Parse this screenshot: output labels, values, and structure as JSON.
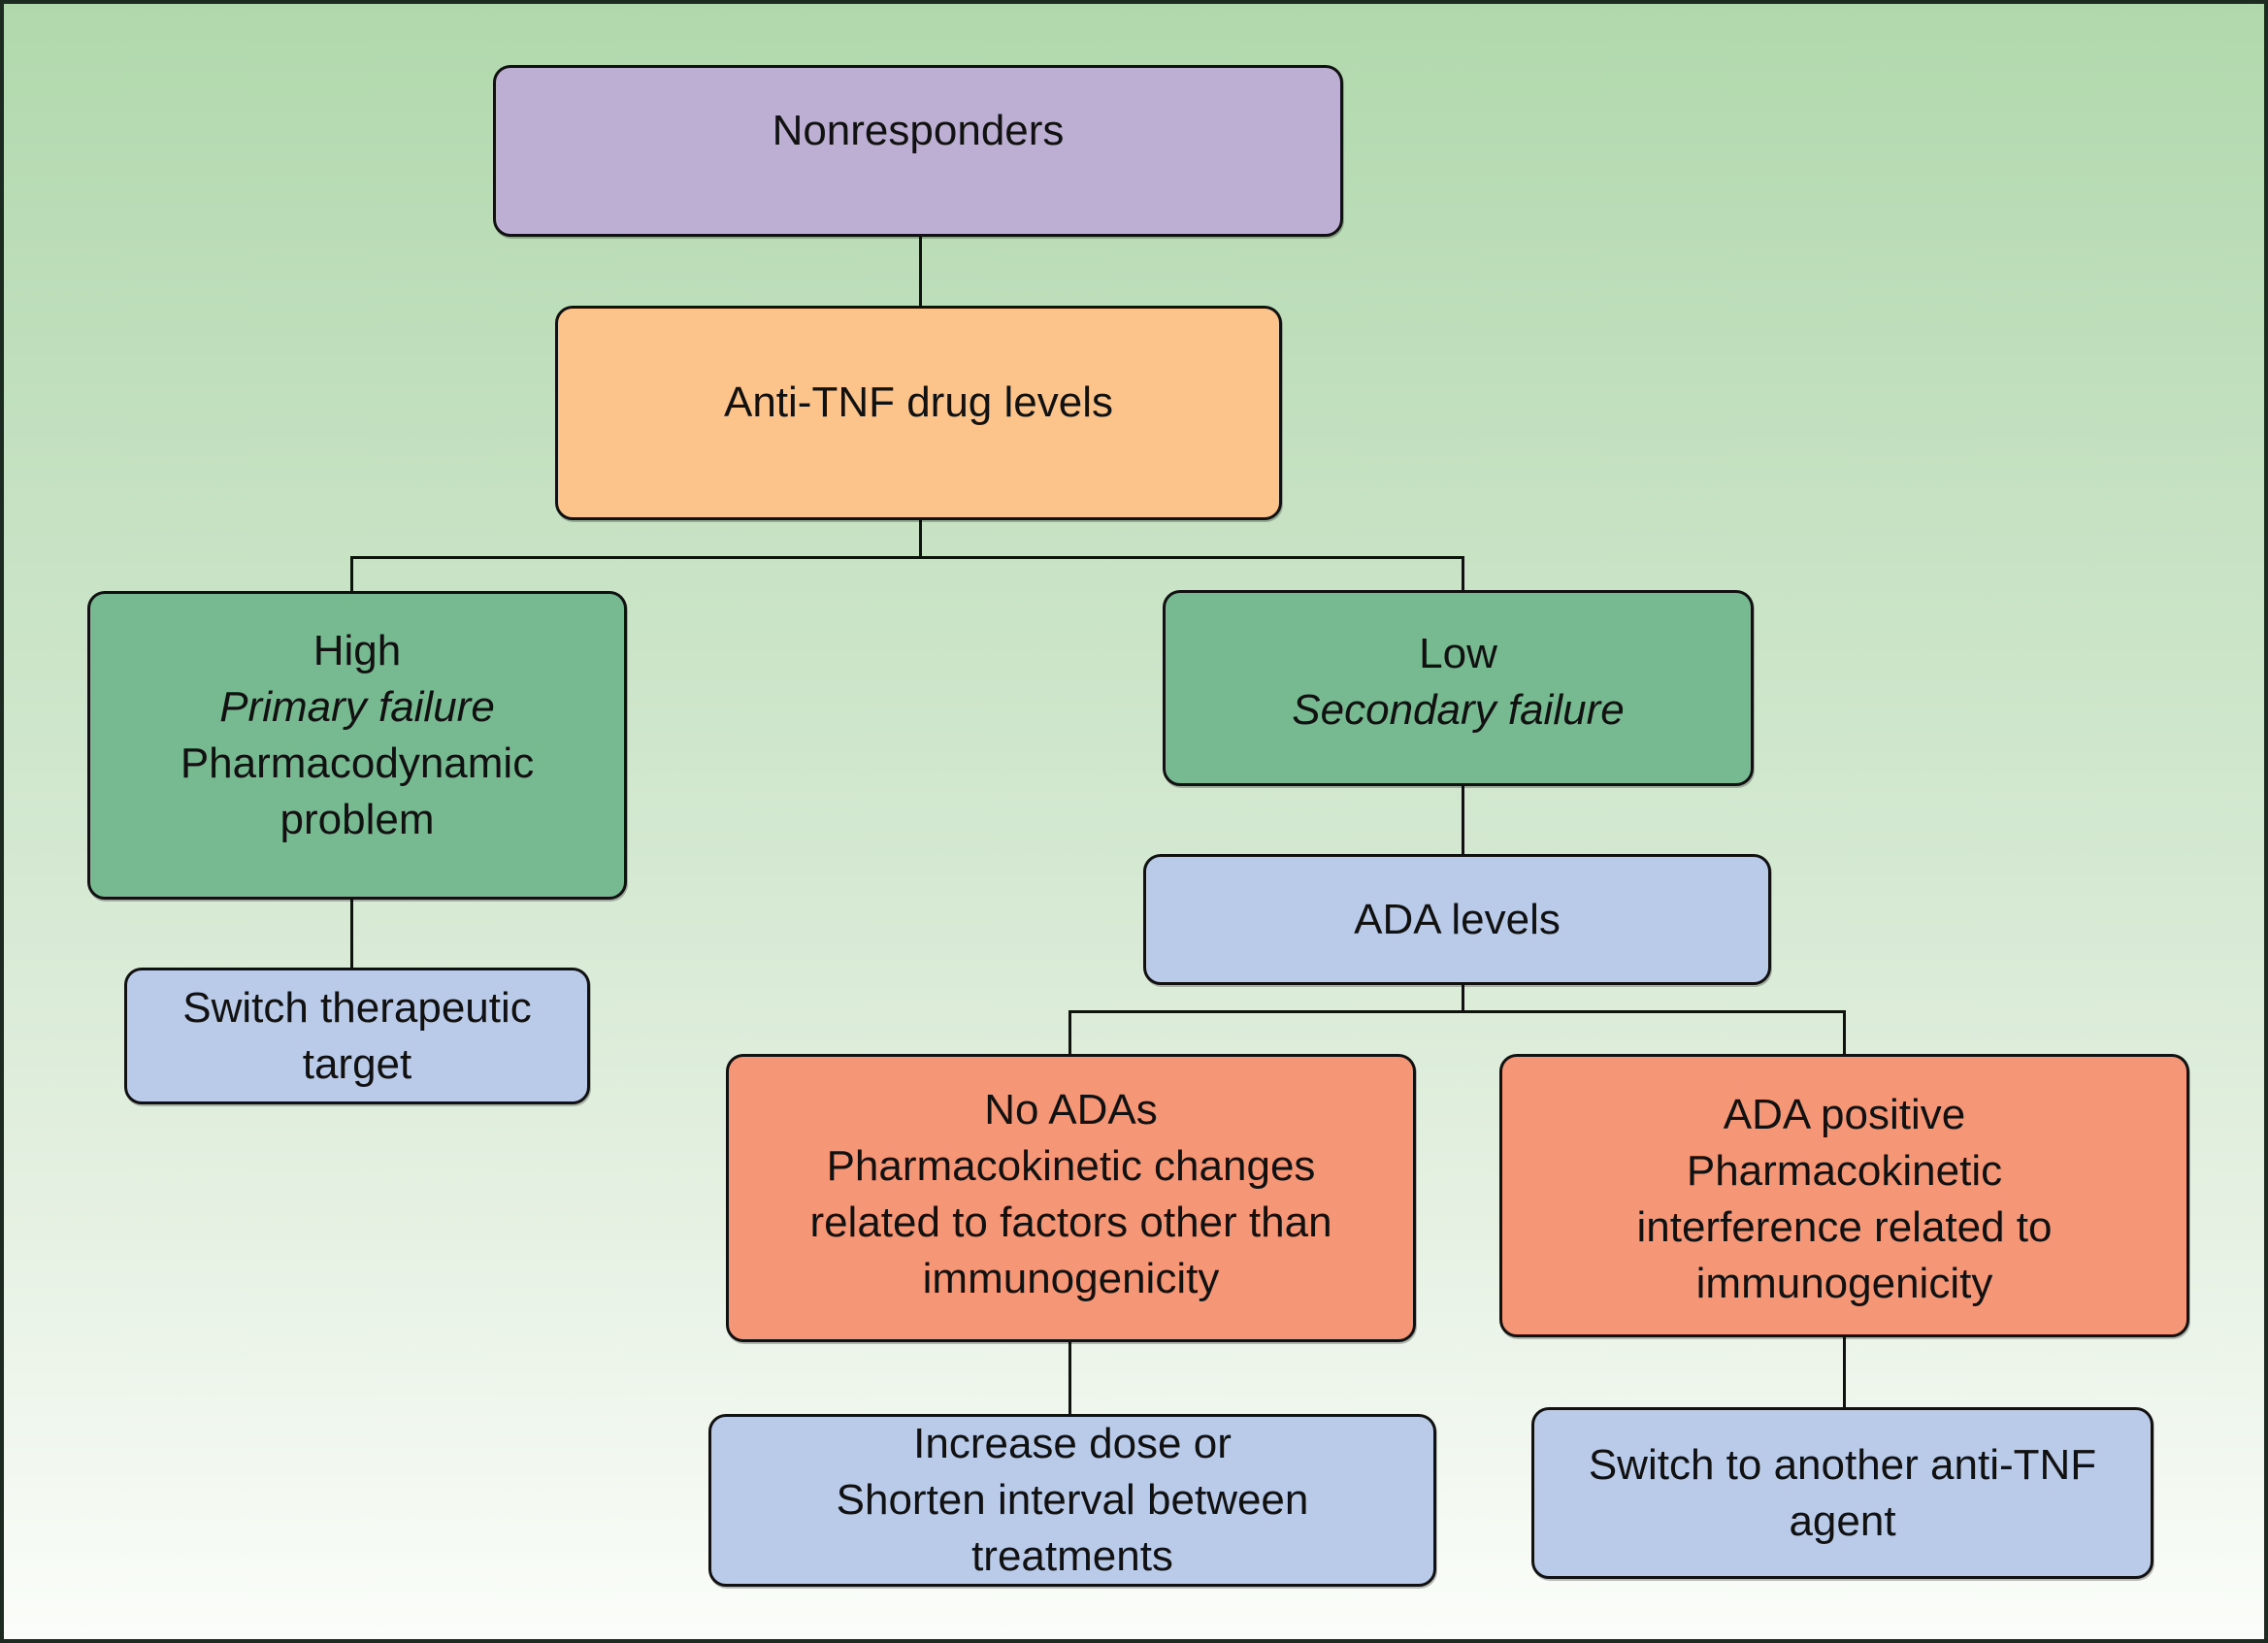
{
  "diagram": {
    "type": "flowchart",
    "colors": {
      "background_top": "#b1d8ad",
      "background_bottom": "#fbfdfa",
      "root": "#bdaed3",
      "drug_levels": "#fcc38b",
      "level_outcome": "#77b990",
      "action": "#bacbe9",
      "ada_outcome": "#f59677",
      "stroke": "#111111"
    },
    "nodes": {
      "nonresponders": {
        "lines": [
          "Nonresponders"
        ]
      },
      "drug_levels": {
        "lines": [
          "Anti-TNF drug levels"
        ]
      },
      "high": {
        "lines": [
          "High",
          "Primary failure",
          "Pharmacodynamic",
          "problem"
        ]
      },
      "low": {
        "lines": [
          "Low",
          "Secondary failure"
        ]
      },
      "switch_target": {
        "lines": [
          "Switch therapeutic",
          "target"
        ]
      },
      "ada_levels": {
        "lines": [
          "ADA levels"
        ]
      },
      "no_adas": {
        "lines": [
          "No ADAs",
          "Pharmacokinetic changes",
          "related to factors other than",
          "immunogenicity"
        ]
      },
      "ada_positive": {
        "lines": [
          "ADA positive",
          "Pharmacokinetic",
          "interference related to",
          "immunogenicity"
        ]
      },
      "increase_dose": {
        "lines": [
          "Increase dose or",
          "Shorten interval between",
          "treatments"
        ]
      },
      "switch_anti_tnf": {
        "lines": [
          "Switch to another anti-TNF",
          "agent"
        ]
      }
    },
    "edges": [
      [
        "nonresponders",
        "drug_levels"
      ],
      [
        "drug_levels",
        "high"
      ],
      [
        "drug_levels",
        "low"
      ],
      [
        "high",
        "switch_target"
      ],
      [
        "low",
        "ada_levels"
      ],
      [
        "ada_levels",
        "no_adas"
      ],
      [
        "ada_levels",
        "ada_positive"
      ],
      [
        "no_adas",
        "increase_dose"
      ],
      [
        "ada_positive",
        "switch_anti_tnf"
      ]
    ]
  }
}
